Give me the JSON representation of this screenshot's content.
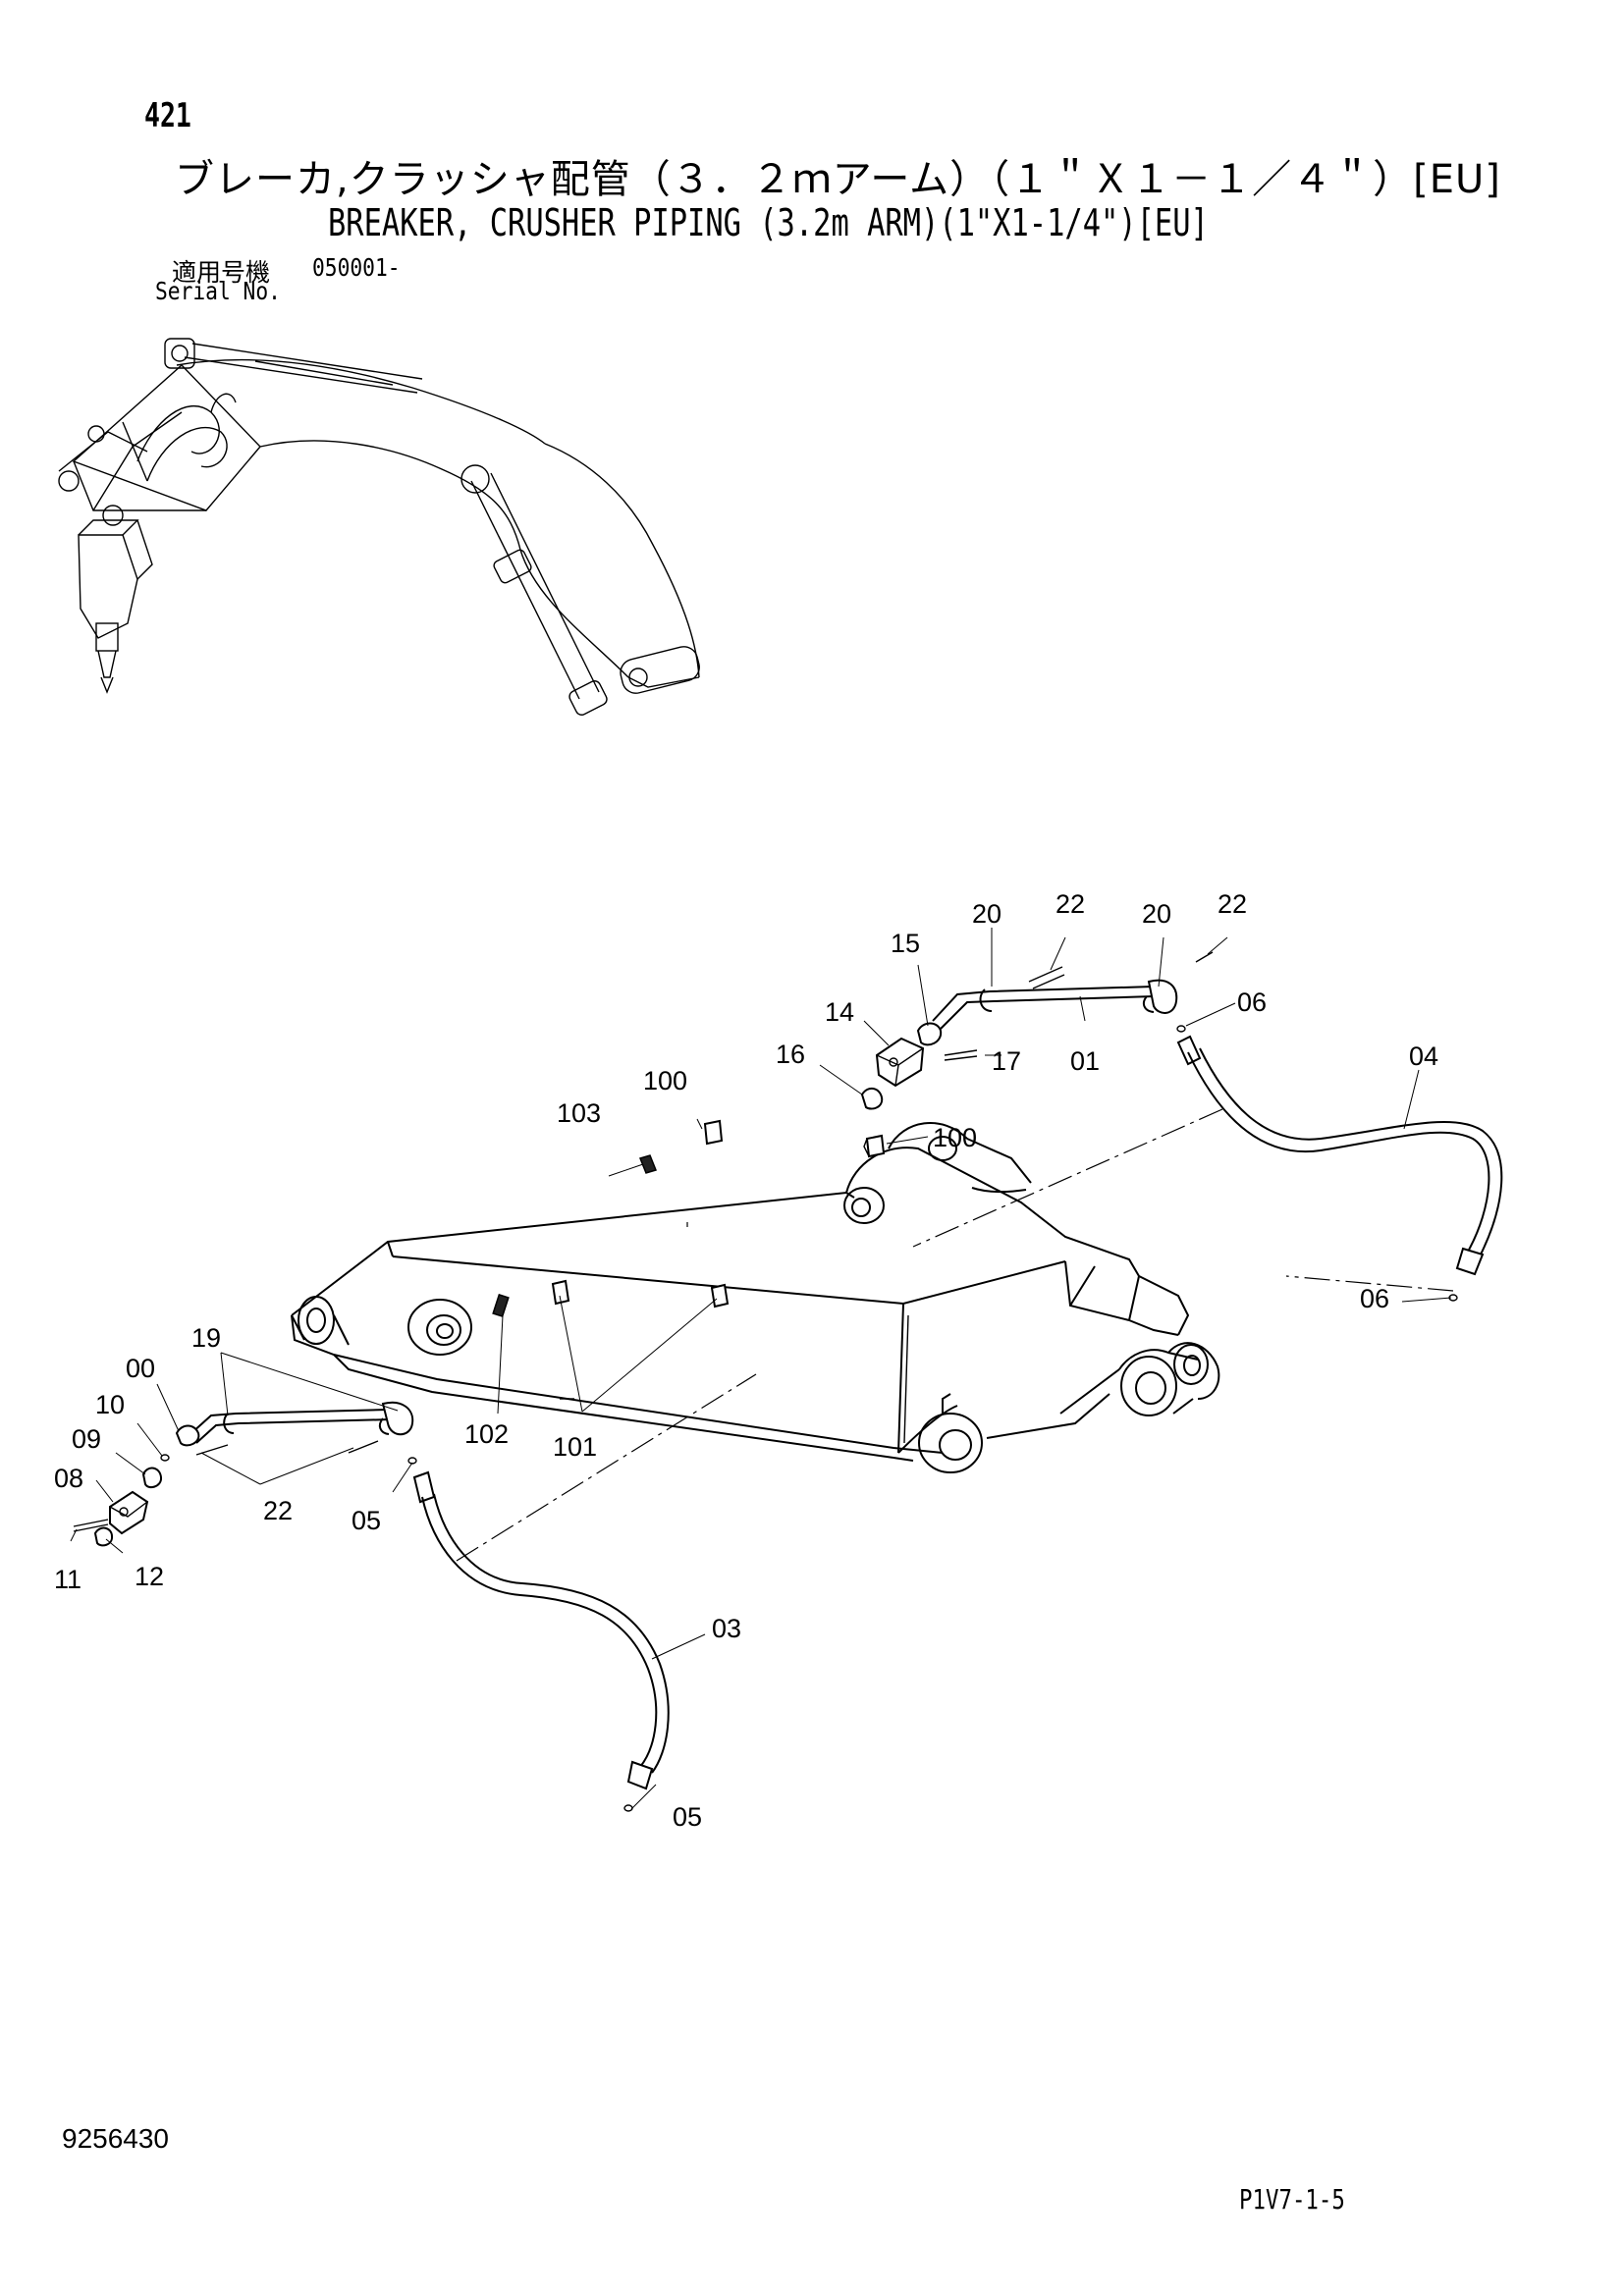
{
  "header": {
    "page_number": "421",
    "title_jp": "ブレーカ,クラッシャ配管（３．２ｍアーム）（１＂Ｘ１－１／４＂）[EU]",
    "title_en": "BREAKER, CRUSHER PIPING (3.2m ARM)(1\"X1-1/4\")[EU]",
    "serial_label_jp": "適用号機",
    "serial_value": "050001-",
    "serial_label_en": "Serial No."
  },
  "footer": {
    "drawing_number": "9256430",
    "page_code": "P1V7-1-5"
  },
  "callouts": {
    "c_20a": "20",
    "c_22a": "22",
    "c_20b": "20",
    "c_22b": "22",
    "c_15": "15",
    "c_14": "14",
    "c_06a": "06",
    "c_04": "04",
    "c_16": "16",
    "c_17": "17",
    "c_01": "01",
    "c_100a": "100",
    "c_103": "103",
    "c_100b": "100",
    "c_06b": "06",
    "c_19": "19",
    "c_00": "00",
    "c_10": "10",
    "c_09": "09",
    "c_08": "08",
    "c_22c": "22",
    "c_05a": "05",
    "c_102": "102",
    "c_101": "101",
    "c_11": "11",
    "c_12": "12",
    "c_03": "03",
    "c_05b": "05"
  }
}
